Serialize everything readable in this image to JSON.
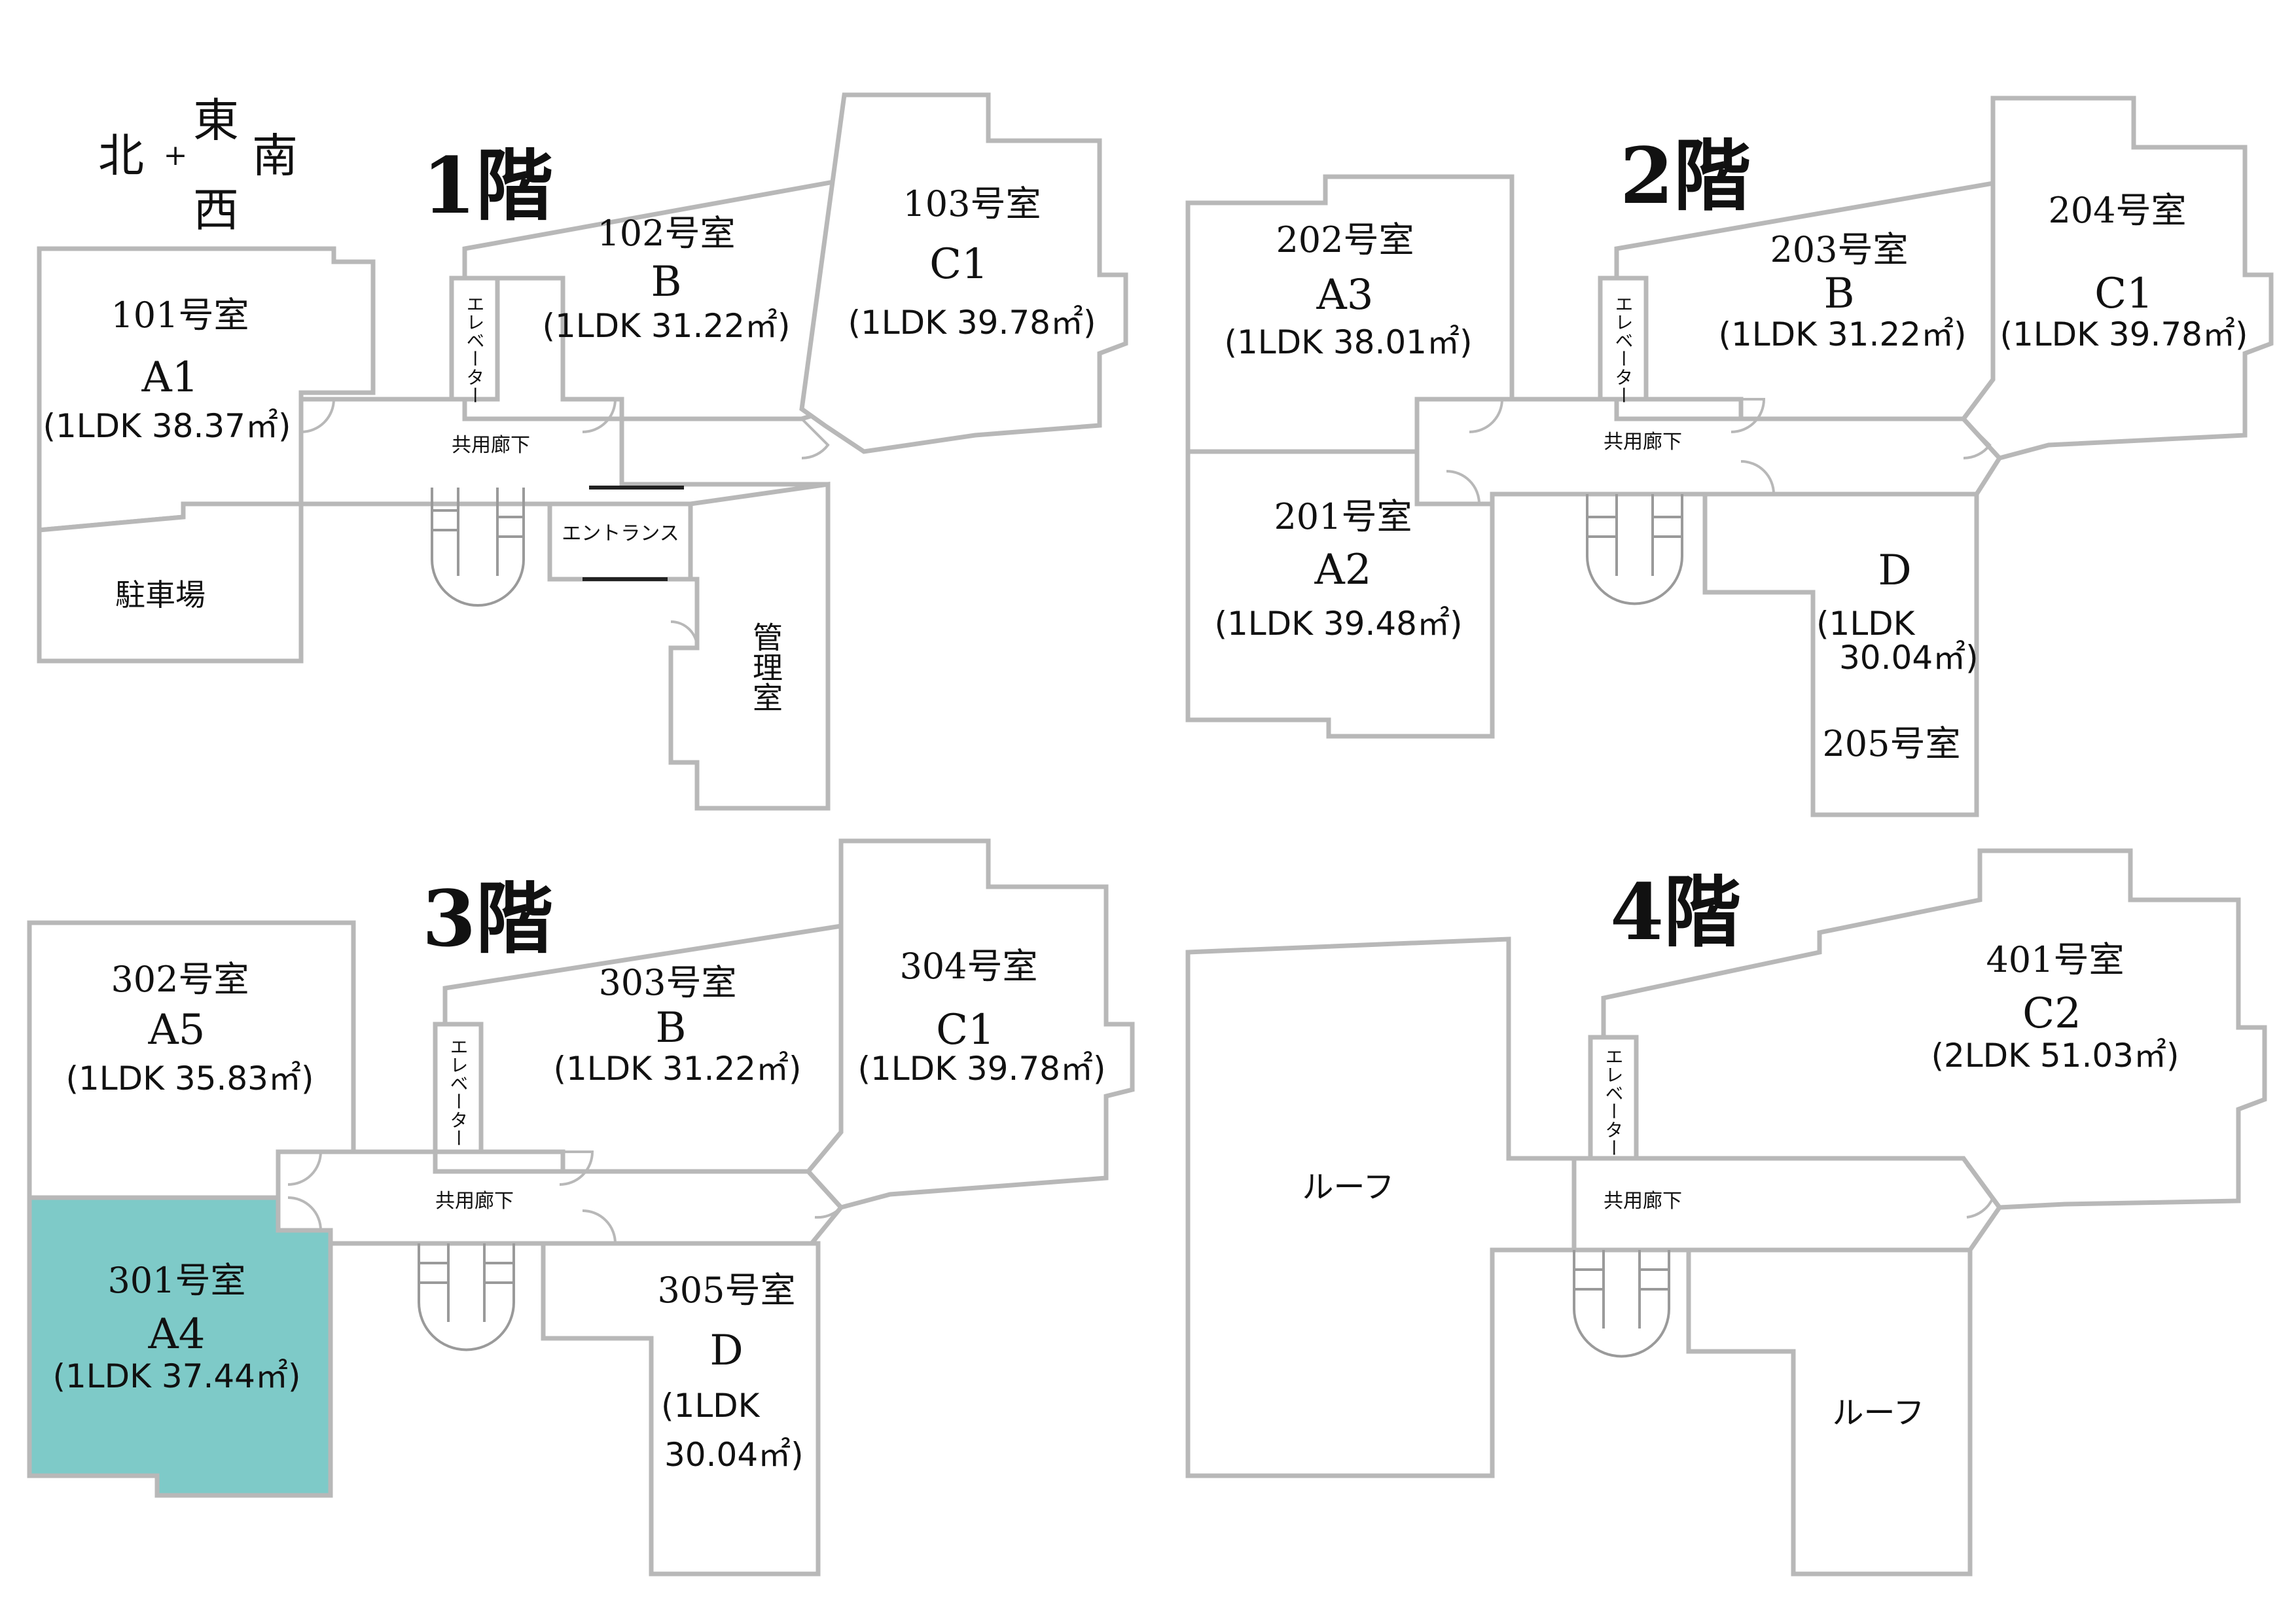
{
  "compass": {
    "north": "北",
    "east": "東",
    "south": "南",
    "west": "西",
    "plus": "+"
  },
  "floors": {
    "f1": {
      "title": "1階",
      "r101": {
        "no": "101号室",
        "type": "A1",
        "area": "(1LDK 38.37㎡)"
      },
      "r102": {
        "no": "102号室",
        "type": "B",
        "area": "(1LDK 31.22㎡)"
      },
      "r103": {
        "no": "103号室",
        "type": "C1",
        "area": "(1LDK 39.78㎡)"
      },
      "elevator": "エレベーター",
      "corridor": "共用廊下",
      "entrance": "エントランス",
      "parking": "駐車場",
      "office": "管理室"
    },
    "f2": {
      "title": "2階",
      "r201": {
        "no": "201号室",
        "type": "A2",
        "area": "(1LDK 39.48㎡)"
      },
      "r202": {
        "no": "202号室",
        "type": "A3",
        "area": "(1LDK 38.01㎡)"
      },
      "r203": {
        "no": "203号室",
        "type": "B",
        "area": "(1LDK 31.22㎡)"
      },
      "r204": {
        "no": "204号室",
        "type": "C1",
        "area": "(1LDK 39.78㎡)"
      },
      "r205": {
        "no": "205号室",
        "type": "D",
        "area_line1": "(1LDK",
        "area_line2": "30.04㎡)"
      },
      "elevator": "エレベーター",
      "corridor": "共用廊下"
    },
    "f3": {
      "title": "3階",
      "r301": {
        "no": "301号室",
        "type": "A4",
        "area": "(1LDK 37.44㎡)"
      },
      "r302": {
        "no": "302号室",
        "type": "A5",
        "area": "(1LDK 35.83㎡)"
      },
      "r303": {
        "no": "303号室",
        "type": "B",
        "area": "(1LDK 31.22㎡)"
      },
      "r304": {
        "no": "304号室",
        "type": "C1",
        "area": "(1LDK 39.78㎡)"
      },
      "r305": {
        "no": "305号室",
        "type": "D",
        "area_line1": "(1LDK",
        "area_line2": "30.04㎡)"
      },
      "elevator": "エレベーター",
      "corridor": "共用廊下"
    },
    "f4": {
      "title": "4階",
      "r401": {
        "no": "401号室",
        "type": "C2",
        "area": "(2LDK 51.03㎡)"
      },
      "roof1": "ルーフ",
      "roof2": "ルーフ",
      "elevator": "エレベーター",
      "corridor": "共用廊下"
    }
  },
  "colors": {
    "highlight": "#7ecac8",
    "wall": "#b8b8b8"
  }
}
